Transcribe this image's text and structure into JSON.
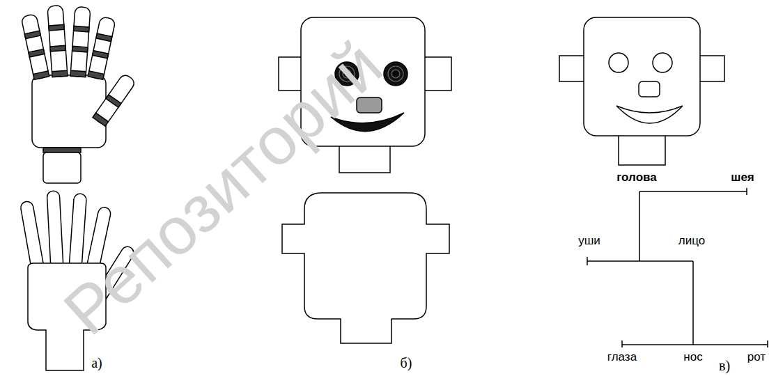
{
  "diagram": {
    "labels": [
      "а)",
      "б)",
      "в)",
      "голова",
      "шея",
      "уши",
      "лицо",
      "глаза",
      "нос",
      "рот",
      "Репозиторий"
    ]
  }
}
